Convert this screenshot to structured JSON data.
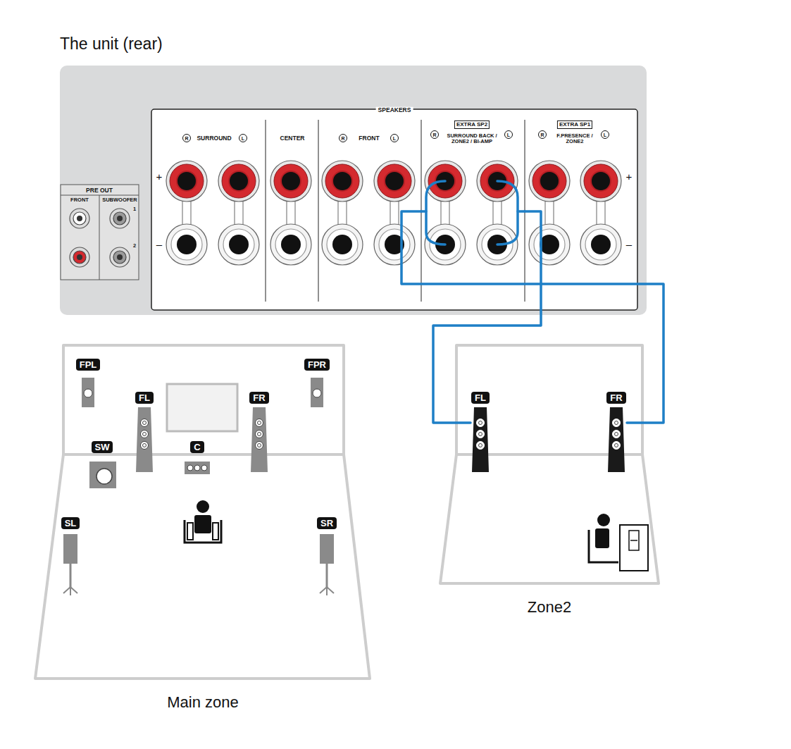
{
  "diagram": {
    "nodes": [
      {
        "text": [
          "The unit (rear)"
        ]
      },
      {
        "text": [
          "PRE OUT",
          "FRONT",
          "SUBWOOFER",
          "1",
          "2"
        ],
        "in": 0
      },
      {
        "text": [
          "SPEAKERS"
        ],
        "in": 0
      },
      {
        "text": [
          "EXTRA SP2",
          "SURROUND BACK / ZONE2 / BI-AMP"
        ],
        "in": 2
      },
      {
        "text": [
          "EXTRA SP1",
          "F.PRESENCE / ZONE2"
        ],
        "in": 2
      },
      {
        "text": [
          "Main zone"
        ]
      },
      {
        "text": [
          "FPL"
        ],
        "in": 5
      },
      {
        "text": [
          "FPR"
        ],
        "in": 5
      },
      {
        "text": [
          "FL"
        ],
        "in": 5
      },
      {
        "text": [
          "FR"
        ],
        "in": 5
      },
      {
        "text": [
          "SW"
        ],
        "in": 5
      },
      {
        "text": [
          "C"
        ],
        "in": 5
      },
      {
        "text": [
          "SL"
        ],
        "in": 5
      },
      {
        "text": [
          "SR"
        ],
        "in": 5
      },
      {
        "text": [
          "Zone2"
        ]
      },
      {
        "text": [
          "FL"
        ],
        "in": 14
      },
      {
        "text": [
          "FR"
        ],
        "in": 14
      }
    ],
    "edges": [
      {
        "from": 3,
        "to": 15,
        "arrow": "none"
      },
      {
        "from": 3,
        "to": 16,
        "arrow": "none"
      }
    ],
    "labels": [
      "SURROUND",
      "R",
      "L",
      "CENTER",
      "R",
      "FRONT",
      "L",
      "R",
      "L",
      "R",
      "L",
      "+",
      "+",
      "–",
      "–"
    ]
  }
}
